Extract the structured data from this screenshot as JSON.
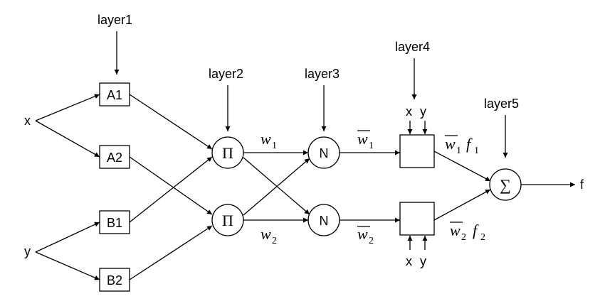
{
  "layers": {
    "layer1": "layer1",
    "layer2": "layer2",
    "layer3": "layer3",
    "layer4": "layer4",
    "layer5": "layer5"
  },
  "inputs": {
    "x": "x",
    "y": "y"
  },
  "layer1_nodes": {
    "a1": "A1",
    "a2": "A2",
    "b1": "B1",
    "b2": "B2"
  },
  "layer2_nodes": {
    "symbol": "Π"
  },
  "layer3_nodes": {
    "symbol": "N"
  },
  "layer4_inputs": {
    "x": "x",
    "y": "y"
  },
  "layer5_node": {
    "symbol": "∑"
  },
  "weights": {
    "w_base": "w",
    "w1_sub": "1",
    "w2_sub": "2",
    "f_base": "f",
    "f1_sub": "1",
    "f2_sub": "2"
  },
  "output": "f"
}
